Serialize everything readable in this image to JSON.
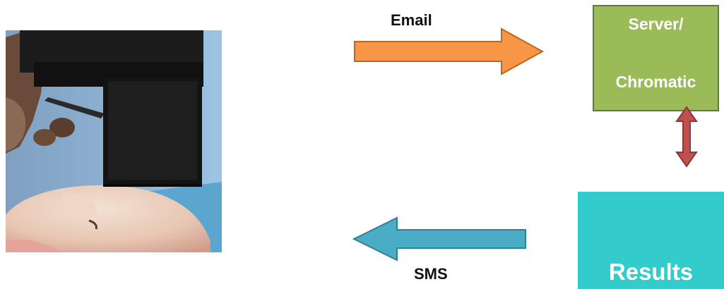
{
  "labels": {
    "email": "Email",
    "sms": "SMS"
  },
  "boxes": {
    "server": {
      "line1": "Server/",
      "line2": "Chromatic",
      "fill": "#9bbb59",
      "border": "#5f7d2f"
    },
    "results": {
      "text": "Results",
      "fill": "#33cccc"
    }
  },
  "arrows": {
    "email": {
      "direction": "right",
      "fill": "#f79646",
      "stroke": "#c0651e"
    },
    "sms": {
      "direction": "left",
      "fill": "#4bacc6",
      "stroke": "#2d7f97"
    },
    "server_results": {
      "direction": "both-vertical",
      "fill": "#c0504d",
      "stroke": "#8c3836"
    }
  },
  "photo": {
    "icon": "photo-device-on-infant-forehead"
  }
}
